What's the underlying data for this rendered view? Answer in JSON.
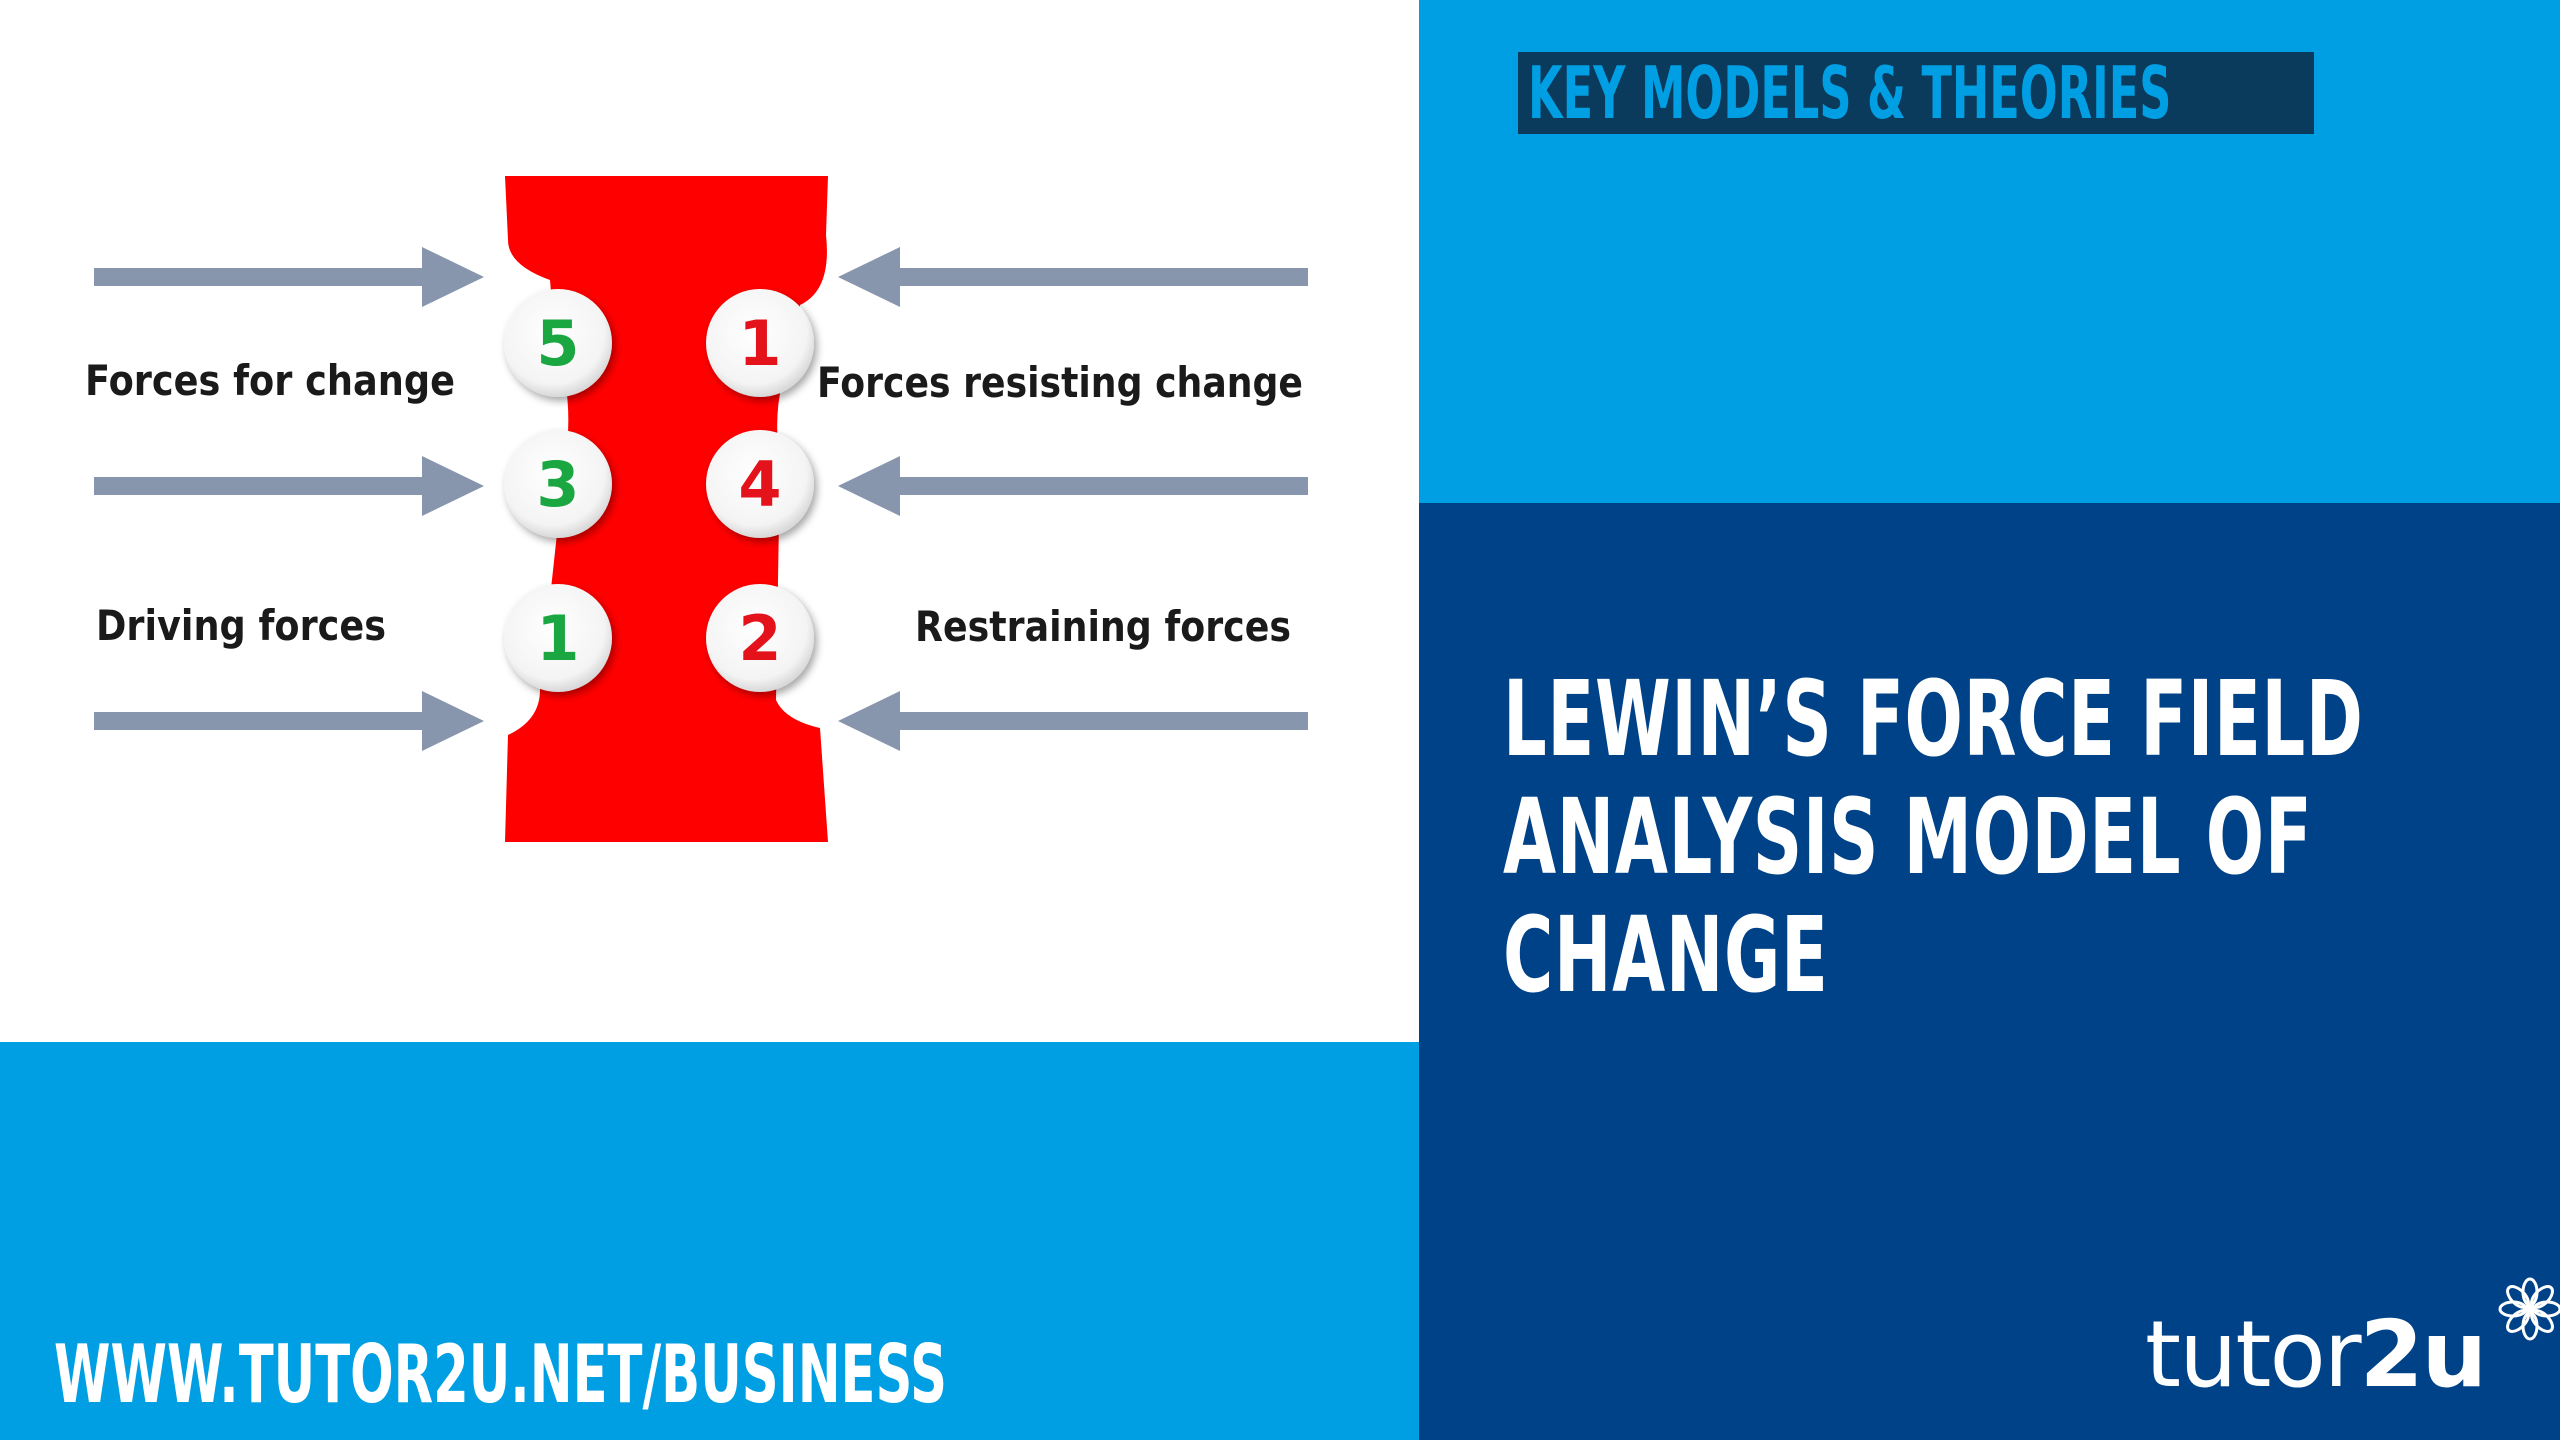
{
  "header": {
    "section_tag": "KEY MODELS & THEORIES"
  },
  "title": {
    "lines": [
      "LEWIN’S FORCE FIELD",
      "ANALYSIS MODEL OF",
      "CHANGE"
    ]
  },
  "footer": {
    "url": "WWW.TUTOR2U.NET/BUSINESS",
    "brand_prefix": "tutor",
    "brand_suffix": "2u"
  },
  "diagram": {
    "labels": {
      "forces_for_change": "Forces for change",
      "forces_resisting_change": "Forces resisting change",
      "driving_forces": "Driving forces",
      "restraining_forces": "Restraining forces"
    },
    "driving_scores": [
      "5",
      "3",
      "1"
    ],
    "restraining_scores": [
      "1",
      "4",
      "2"
    ]
  },
  "colors": {
    "light_blue": "#009fe3",
    "dark_blue": "#004288",
    "tag_background": "#0a3a5c",
    "change_bar": "#ff0000",
    "arrow": "#8795ad",
    "driving_number": "#1aa640",
    "restraining_number": "#e3121b"
  },
  "icons": {
    "brand_flower": "flower-icon"
  }
}
